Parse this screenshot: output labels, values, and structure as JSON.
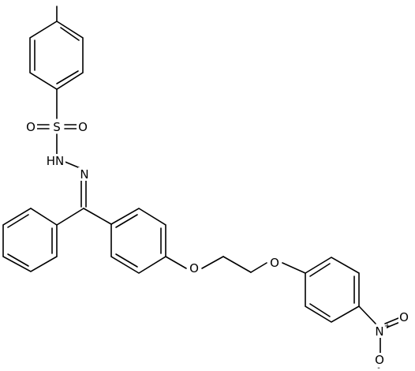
{
  "molecule": {
    "atoms": {
      "S": "S",
      "O_sulfonyl_left": "O",
      "O_sulfonyl_right": "O",
      "NH": "HN",
      "N_imine": "N",
      "O_ether_1": "O",
      "O_ether_2": "O",
      "N_nitro": "N",
      "N_nitro_charge": "+",
      "O_nitro_top": "O",
      "O_nitro_bottom": "O",
      "O_nitro_bottom_charge": "-"
    }
  }
}
